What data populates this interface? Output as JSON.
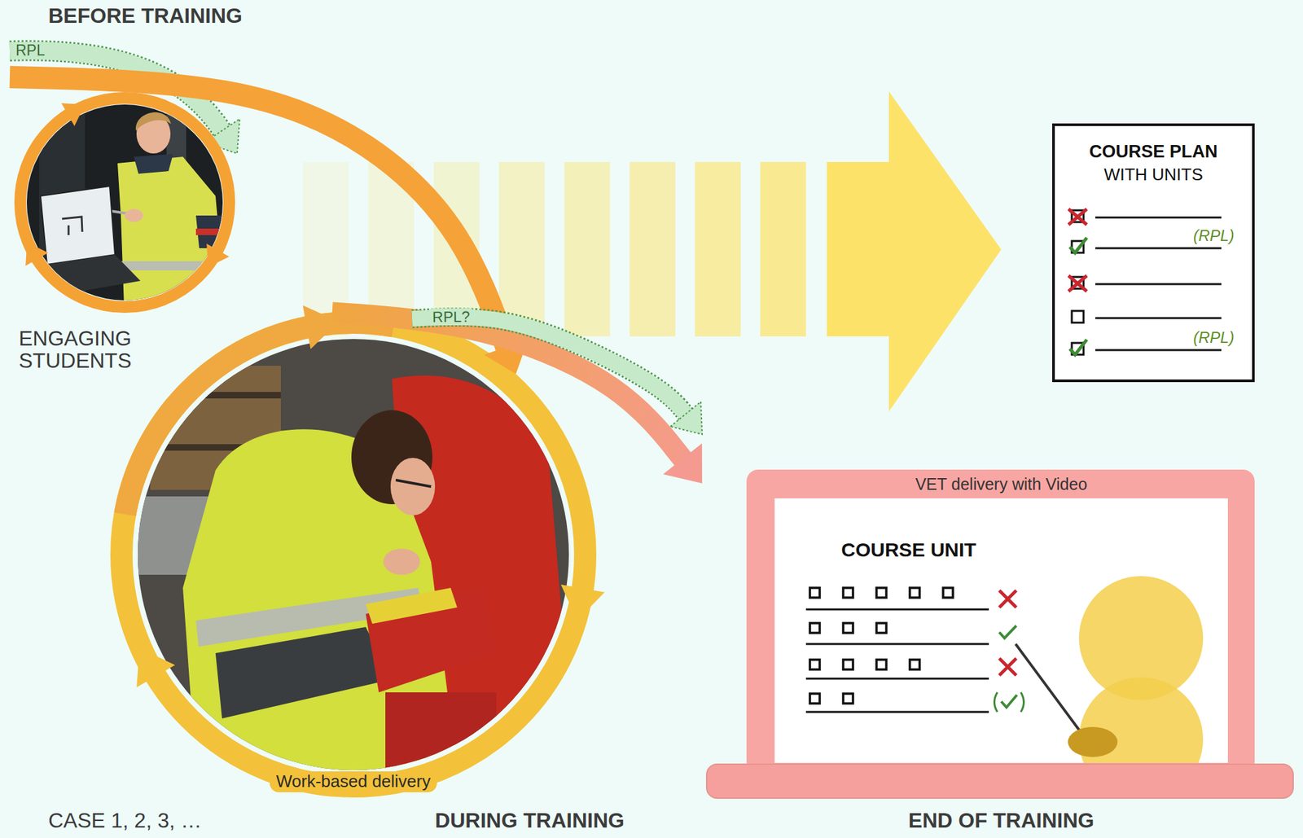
{
  "diagram": {
    "nodes": [
      {
        "text": [
          "ENGAGING STUDENTS"
        ]
      },
      {
        "text": [
          "Work-based delivery"
        ]
      },
      {
        "text": [
          "COURSE PLAN",
          "WITH UNITS",
          "(RPL)",
          "(RPL)"
        ]
      },
      {
        "text": [
          "VET delivery with Video"
        ]
      },
      {
        "text": [
          "COURSE UNIT"
        ],
        "in": 3
      }
    ],
    "edges": [
      {
        "from": 0,
        "to": 1,
        "arrow": "to"
      },
      {
        "from": 1,
        "to": 3,
        "arrow": "to"
      },
      {
        "from": 1,
        "to": 3,
        "label": "RPL?",
        "arrow": "to"
      }
    ],
    "labels": [
      "BEFORE TRAINING",
      "RPL",
      "CASE 1, 2, 3, …",
      "DURING TRAINING",
      "END OF TRAINING"
    ]
  }
}
